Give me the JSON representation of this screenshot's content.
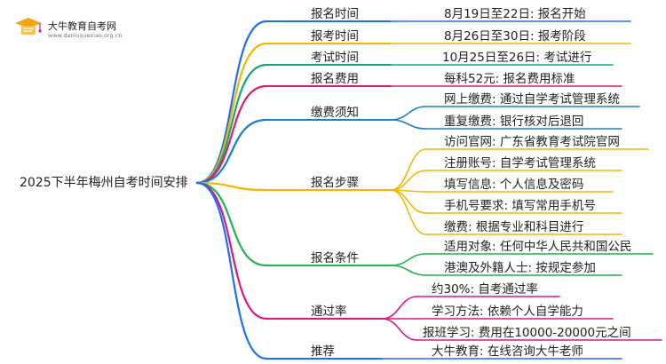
{
  "logo": {
    "title": "大牛教育自考网",
    "url": "www.daniuxuexiao.org.cn"
  },
  "root": "2025下半年梅州自考时间安排",
  "branches": [
    {
      "label": "报名时间",
      "color": "#1f6ff2",
      "leaves": [
        "8月19日至22日: 报名开始"
      ]
    },
    {
      "label": "报考时间",
      "color": "#f2b705",
      "leaves": [
        "8月26日至30日: 报考阶段"
      ]
    },
    {
      "label": "考试时间",
      "color": "#14a86e",
      "leaves": [
        "10月25日至26日: 考试进行"
      ]
    },
    {
      "label": "报名费用",
      "color": "#e3196e",
      "leaves": [
        "每科52元: 报名费用标准"
      ]
    },
    {
      "label": "缴费须知",
      "color": "#1a7fc4",
      "leaves": [
        "网上缴费: 通过自学考试管理系统",
        "重复缴费: 银行核对后退回"
      ]
    },
    {
      "label": "报名步骤",
      "color": "#f2b705",
      "leaves": [
        "访问官网: 广东省教育考试院官网",
        "注册账号: 自学考试管理系统",
        "填写信息: 个人信息及密码",
        "手机号要求: 填写常用手机号",
        "缴费: 根据专业和科目进行"
      ]
    },
    {
      "label": "报名条件",
      "color": "#24b24a",
      "leaves": [
        "适用对象: 任何中华人民共和国公民",
        "港澳及外籍人士: 按规定参加"
      ]
    },
    {
      "label": "通过率",
      "color": "#d9168a",
      "leaves": [
        "约30%: 自考通过率",
        "学习方法: 依赖个人自学能力",
        "报班学习: 费用在10000-20000元之间"
      ]
    },
    {
      "label": "推荐",
      "color": "#1f6ff2",
      "leaves": [
        "大牛教育: 在线咨询大牛老师"
      ]
    }
  ]
}
